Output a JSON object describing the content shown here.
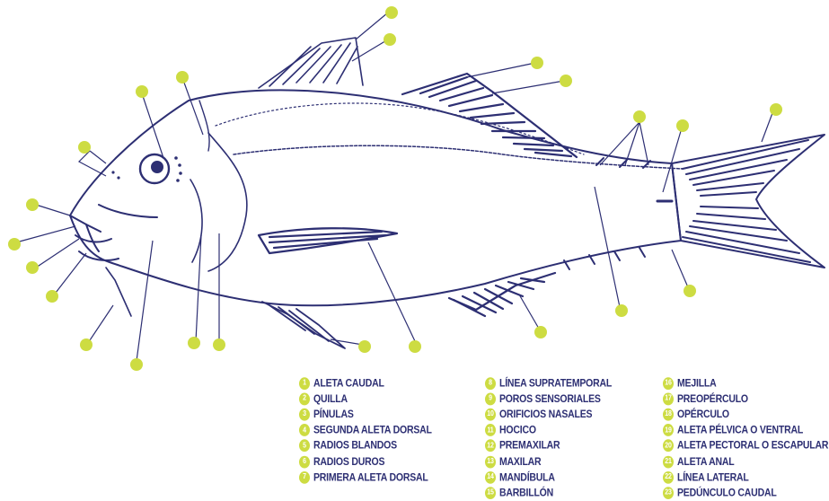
{
  "colors": {
    "ink": "#2d2f73",
    "callout": "#cddc42",
    "background": "#ffffff"
  },
  "legend": [
    {
      "num": "1",
      "label": "ALETA CAUDAL"
    },
    {
      "num": "2",
      "label": "QUILLA"
    },
    {
      "num": "3",
      "label": "PÍNULAS"
    },
    {
      "num": "4",
      "label": "SEGUNDA ALETA DORSAL"
    },
    {
      "num": "5",
      "label": "RADIOS BLANDOS"
    },
    {
      "num": "6",
      "label": "RADIOS DUROS"
    },
    {
      "num": "7",
      "label": "PRIMERA ALETA DORSAL"
    },
    {
      "num": "8",
      "label": "LÍNEA SUPRATEMPORAL"
    },
    {
      "num": "9",
      "label": "POROS SENSORIALES"
    },
    {
      "num": "10",
      "label": "ORIFICIOS NASALES"
    },
    {
      "num": "11",
      "label": "HOCICO"
    },
    {
      "num": "12",
      "label": "PREMAXILAR"
    },
    {
      "num": "13",
      "label": "MAXILAR"
    },
    {
      "num": "14",
      "label": "MANDÍBULA"
    },
    {
      "num": "15",
      "label": "BARBILLÓN"
    },
    {
      "num": "16",
      "label": "MEJILLA"
    },
    {
      "num": "17",
      "label": "PREOPÉRCULO"
    },
    {
      "num": "18",
      "label": "OPÉRCULO"
    },
    {
      "num": "19",
      "label": "ALETA PÉLVICA O VENTRAL"
    },
    {
      "num": "20",
      "label": "ALETA PECTORAL O ESCAPULAR"
    },
    {
      "num": "21",
      "label": "ALETA ANAL"
    },
    {
      "num": "22",
      "label": "LÍNEA LATERAL"
    },
    {
      "num": "23",
      "label": "PEDÚNCULO CAUDAL"
    }
  ]
}
